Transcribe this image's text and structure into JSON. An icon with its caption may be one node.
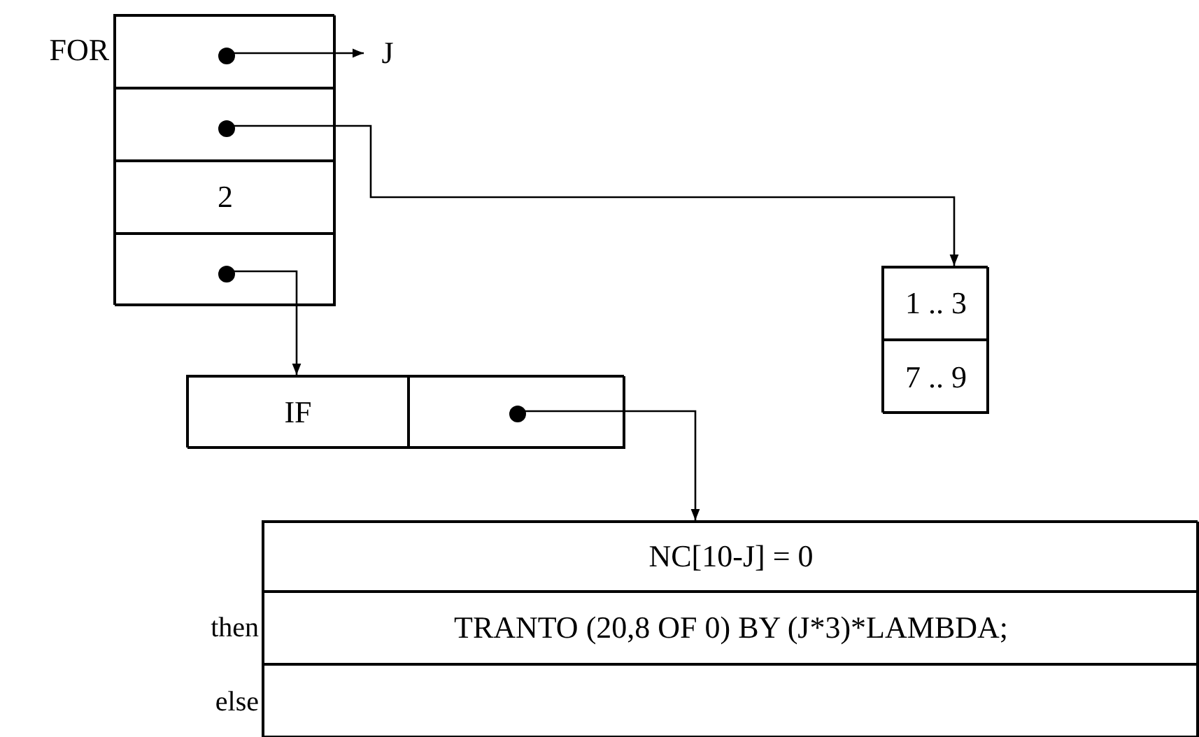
{
  "diagram": {
    "nodes": [
      {
        "text": [
          "FOR"
        ]
      },
      {
        "text": [],
        "shape": "box",
        "in": 0
      },
      {
        "text": [],
        "shape": "circle",
        "in": 1
      },
      {
        "text": [],
        "shape": "box",
        "in": 0
      },
      {
        "text": [],
        "shape": "circle",
        "in": 3
      },
      {
        "text": [
          "2"
        ],
        "in": 0
      },
      {
        "text": [],
        "shape": "box",
        "in": 0
      },
      {
        "text": [],
        "shape": "circle",
        "in": 6
      },
      {
        "text": [
          "J"
        ]
      },
      {
        "text": [],
        "shape": "box"
      },
      {
        "text": [
          "1 .. 3"
        ],
        "in": 9
      },
      {
        "text": [
          "7 .. 9"
        ],
        "in": 9
      },
      {
        "text": [],
        "shape": "box"
      },
      {
        "text": [
          "IF"
        ],
        "in": 12
      },
      {
        "text": [],
        "shape": "box",
        "in": 12
      },
      {
        "text": [],
        "shape": "circle",
        "in": 14
      },
      {
        "text": [],
        "shape": "box"
      },
      {
        "text": [
          "NC[10-J] = 0"
        ],
        "in": 16
      },
      {
        "text": [
          "TRANTO (20,8 OF 0) BY (J*3)*LAMBDA;"
        ],
        "in": 16,
        "beside": [
          "then"
        ]
      },
      {
        "text": [],
        "shape": "box",
        "in": 16,
        "beside": [
          "else"
        ]
      }
    ],
    "edges": [
      {
        "from": 2,
        "to": 8,
        "arrow": "to"
      },
      {
        "from": 4,
        "to": 9,
        "arrow": "to"
      },
      {
        "from": 7,
        "to": 12,
        "arrow": "to"
      },
      {
        "from": 15,
        "to": 16,
        "arrow": "to"
      }
    ]
  }
}
